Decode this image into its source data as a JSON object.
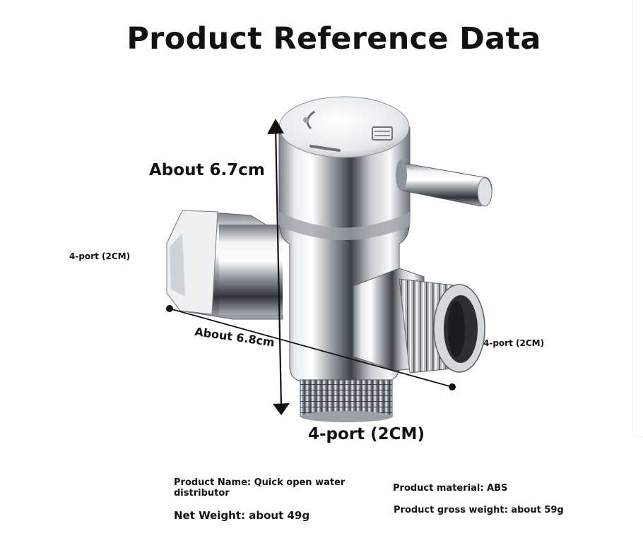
{
  "title": "Product Reference Data",
  "dimensions": {
    "height": "About 6.7cm",
    "width": "About 6.8cm",
    "port_left": "4-port (2CM)",
    "port_right": "4-port (2CM)",
    "port_bottom": "4-port (2CM)"
  },
  "specs": {
    "name": "Product Name: Quick open water distributor",
    "material": "Product material: ABS",
    "net_weight": "Net Weight: about 49g",
    "gross_weight": "Product gross weight: about 59g"
  }
}
